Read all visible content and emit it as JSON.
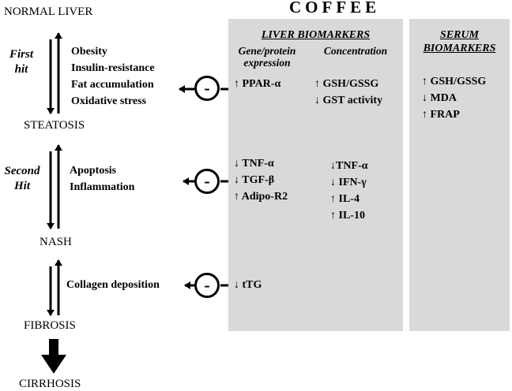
{
  "title": "COFFEE",
  "stages": {
    "normal_liver": "NORMAL LIVER",
    "steatosis": "STEATOSIS",
    "nash": "NASH",
    "fibrosis": "FIBROSIS",
    "cirrhosis": "CIRRHOSIS"
  },
  "hits": {
    "first": [
      "First",
      "hit"
    ],
    "second": [
      "Second",
      "Hit"
    ]
  },
  "factors": {
    "first_hit": [
      "Obesity",
      "Insulin-resistance",
      "Fat accumulation",
      "Oxidative stress"
    ],
    "second_hit": [
      "Apoptosis",
      "Inflammation"
    ],
    "fibrosis": [
      "Collagen deposition"
    ]
  },
  "inhibition_symbol": "-",
  "liver_biomarkers": {
    "title": "LIVER BIOMARKERS",
    "gene_header": [
      "Gene/protein",
      "expression"
    ],
    "conc_header": "Concentration",
    "gene_first": [
      "↑ PPAR-α"
    ],
    "conc_first": [
      "↑ GSH/GSSG",
      "↓ GST activity"
    ],
    "gene_second": [
      "↓ TNF-α",
      "↓ TGF-β",
      "↑ Adipo-R2"
    ],
    "conc_second": [
      "↓TNF-α",
      "↓ IFN-γ",
      "↑ IL-4",
      "↑ IL-10"
    ],
    "gene_fibrosis": [
      "↓ tTG"
    ]
  },
  "serum_biomarkers": {
    "title": [
      "SERUM",
      "BIOMARKERS"
    ],
    "items": [
      "↑ GSH/GSSG",
      "↓ MDA",
      "↑ FRAP"
    ]
  }
}
